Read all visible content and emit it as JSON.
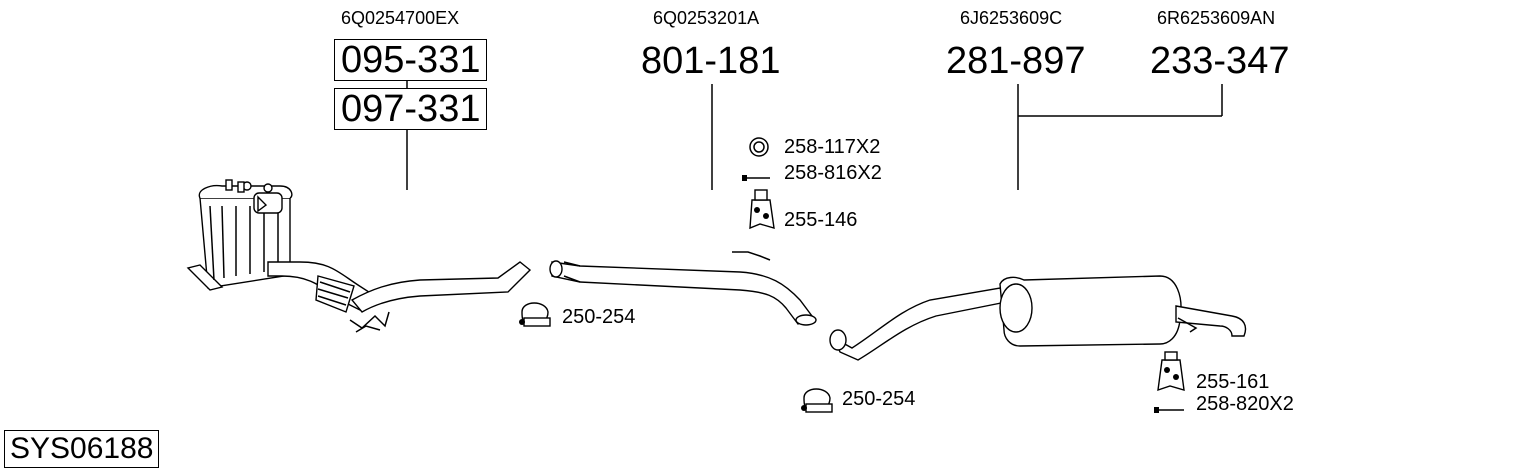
{
  "oem_numbers": [
    "6Q0254700EX",
    "6Q0253201A",
    "6J6253609C",
    "6R6253609AN"
  ],
  "parts": {
    "p1": "095-331",
    "p2": "097-331",
    "p3": "801-181",
    "p4": "281-897",
    "p5": "233-347"
  },
  "accessories": {
    "a1": "258-117X2",
    "a2": "258-816X2",
    "a3": "255-146",
    "a4": "250-254",
    "a5": "250-254",
    "a6": "255-161",
    "a7": "258-820X2"
  },
  "system_code": "SYS06188"
}
